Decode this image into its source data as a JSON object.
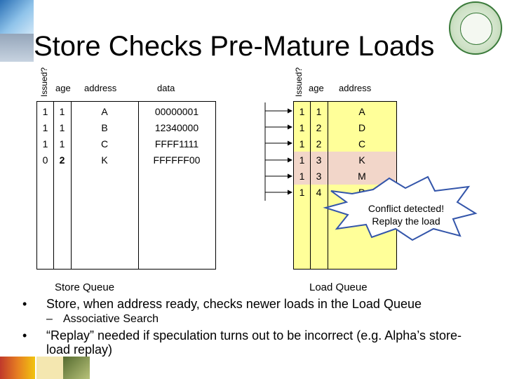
{
  "title": "Store Checks Pre-Mature Loads",
  "store_queue": {
    "caption": "Store Queue",
    "headers": {
      "issued": "Issued?",
      "age": "age",
      "address": "address",
      "data": "data"
    },
    "rows": [
      {
        "issued": "1",
        "age": "1",
        "address": "A",
        "data": "00000001"
      },
      {
        "issued": "1",
        "age": "1",
        "address": "B",
        "data": "12340000"
      },
      {
        "issued": "1",
        "age": "1",
        "address": "C",
        "data": "FFFF1111"
      },
      {
        "issued": "0",
        "age": "2",
        "address": "K",
        "data": "FFFFFF00"
      }
    ]
  },
  "load_queue": {
    "caption": "Load Queue",
    "headers": {
      "issued": "Issued?",
      "age": "age",
      "address": "address"
    },
    "rows": [
      {
        "issued": "1",
        "age": "1",
        "address": "A"
      },
      {
        "issued": "1",
        "age": "2",
        "address": "D"
      },
      {
        "issued": "1",
        "age": "2",
        "address": "C"
      },
      {
        "issued": "1",
        "age": "3",
        "address": "K"
      },
      {
        "issued": "1",
        "age": "3",
        "address": "M"
      },
      {
        "issued": "1",
        "age": "4",
        "address": "D"
      }
    ]
  },
  "callout": {
    "line1": "Conflict detected!",
    "line2": "Replay the load"
  },
  "bullets": [
    {
      "text": "Store, when address ready, checks newer loads in the Load Queue",
      "sub": "Associative Search"
    },
    {
      "text": "“Replay” needed if speculation turns out to be incorrect (e.g. Alpha’s store-load replay)"
    }
  ],
  "colors": {
    "load_queue_fill": "#ffff99",
    "conflict_fill": "#f2d6c9",
    "callout_border": "#3355aa"
  }
}
